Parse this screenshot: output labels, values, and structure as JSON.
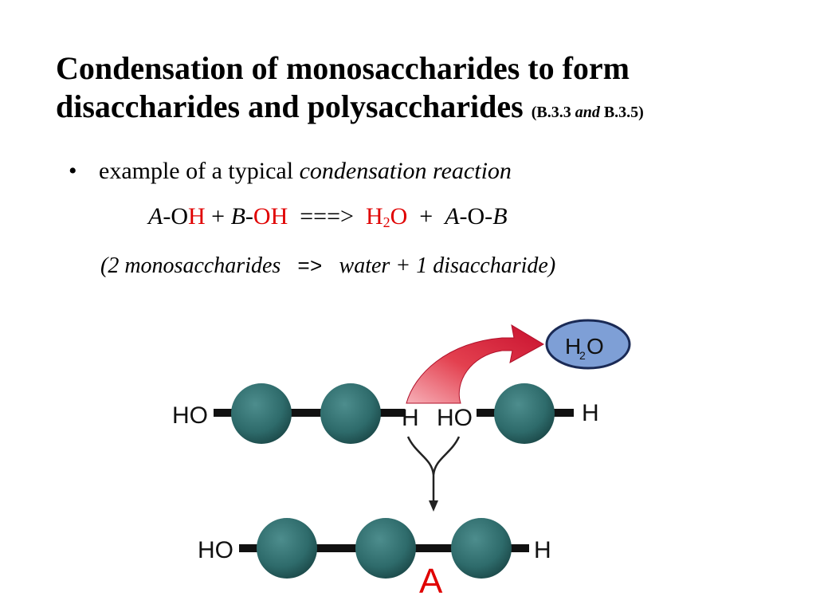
{
  "title": {
    "line1": "Condensation of monosaccharides to form",
    "line2": "disaccharides and polysaccharides",
    "ref_open": "(B.3.3 ",
    "ref_and": "and",
    "ref_close": " B.3.5)"
  },
  "bullet": {
    "symbol": "•",
    "text": "example of a typical ",
    "italic": "condensation reaction"
  },
  "equation": {
    "a1": "A",
    "o1": "-O",
    "h1": "H",
    "plus1": " + ",
    "b1": "B",
    "dash": "-",
    "oh": "OH",
    "arrow": "  ===>  ",
    "h2": "H",
    "sub2": "2",
    "o2": "O",
    "plus2": "  +  ",
    "a2": "A",
    "o3": "-O-",
    "b2": "B"
  },
  "note": {
    "left": "(2 monosaccharides   ",
    "op": "=>",
    "right": "   water + 1 disaccharide)"
  },
  "diagram": {
    "water_label": "H",
    "water_sub": "2",
    "water_o": "O",
    "top_left_ho": "HO",
    "top_h": "H",
    "top_ho2": "HO",
    "top_right_h": "H",
    "bottom_ho": "HO",
    "bottom_h": "H",
    "product_label": "A",
    "colors": {
      "sphere": "#2e6b6b",
      "sphere_dark": "#1b4848",
      "arrow_red": "#d8203a",
      "water_fill": "#7e9fd6",
      "label_red": "#e00000"
    }
  }
}
